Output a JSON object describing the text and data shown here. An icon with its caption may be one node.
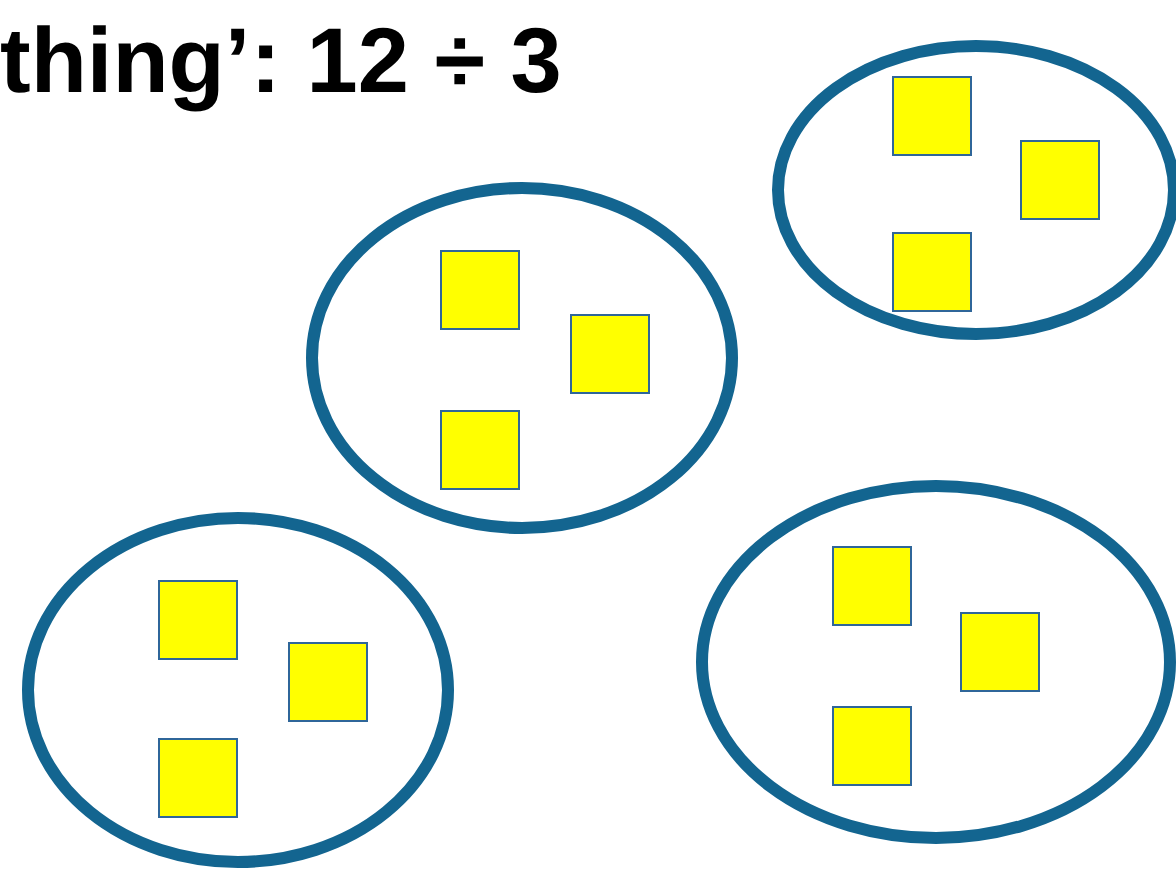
{
  "diagram": {
    "title": "thing’: 12 ÷ 3",
    "nodes": [
      {
        "text": [],
        "shape": "circle"
      },
      {
        "text": [],
        "shape": "circle"
      },
      {
        "text": [],
        "shape": "circle"
      },
      {
        "text": [],
        "shape": "circle"
      },
      {
        "text": [],
        "shape": "box",
        "in": 0
      },
      {
        "text": [],
        "shape": "box",
        "in": 0
      },
      {
        "text": [],
        "shape": "box",
        "in": 0
      },
      {
        "text": [],
        "shape": "box",
        "in": 1
      },
      {
        "text": [],
        "shape": "box",
        "in": 1
      },
      {
        "text": [],
        "shape": "box",
        "in": 1
      },
      {
        "text": [],
        "shape": "box",
        "in": 2
      },
      {
        "text": [],
        "shape": "box",
        "in": 2
      },
      {
        "text": [],
        "shape": "box",
        "in": 2
      },
      {
        "text": [],
        "shape": "box",
        "in": 3
      },
      {
        "text": [],
        "shape": "box",
        "in": 3
      },
      {
        "text": [],
        "shape": "box",
        "in": 3
      }
    ],
    "edges": []
  }
}
